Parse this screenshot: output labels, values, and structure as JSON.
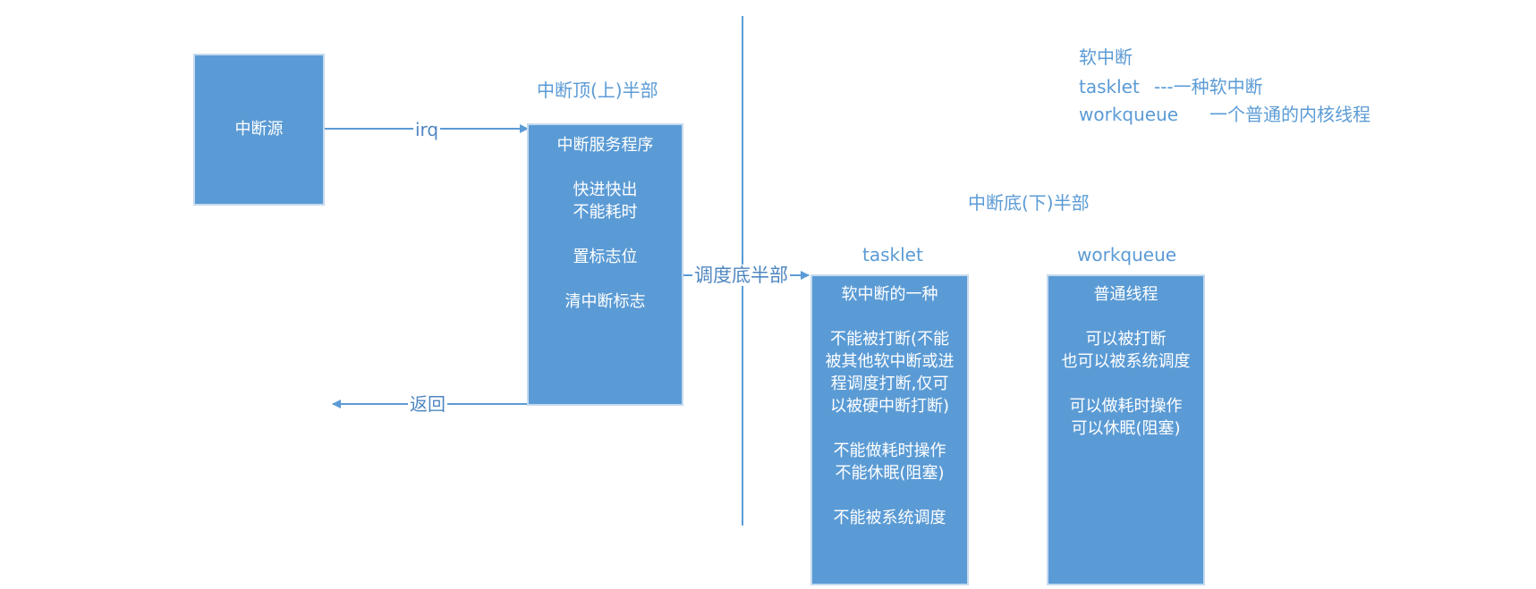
{
  "colors": {
    "box_fill": "#5b9bd5",
    "box_border": "#c5daef",
    "line": "#5b9bd5",
    "text_accent": "#5b9bd5"
  },
  "source_box": {
    "label": "中断源"
  },
  "edges": {
    "irq": "irq",
    "return": "返回",
    "schedule_bottom": "调度底半部"
  },
  "top_half": {
    "title": "中断顶(上)半部",
    "lines": [
      "中断服务程序",
      "",
      "快进快出",
      "不能耗时",
      "",
      "置标志位",
      "",
      "清中断标志"
    ]
  },
  "bottom_half": {
    "title": "中断底(下)半部"
  },
  "legend": {
    "softirq": "软中断",
    "tasklet_name": "tasklet",
    "tasklet_desc": "---一种软中断",
    "workqueue_name": "workqueue",
    "workqueue_desc": "一个普通的内核线程"
  },
  "tasklet": {
    "title": "tasklet",
    "lines": [
      "软中断的一种",
      "",
      "不能被打断(不能",
      "被其他软中断或进",
      "程调度打断,仅可",
      "以被硬中断打断)",
      "",
      "不能做耗时操作",
      "不能休眠(阻塞)",
      "",
      "不能被系统调度"
    ]
  },
  "workqueue": {
    "title": "workqueue",
    "lines": [
      "普通线程",
      "",
      "可以被打断",
      "也可以被系统调度",
      "",
      "可以做耗时操作",
      "可以休眠(阻塞)"
    ]
  }
}
